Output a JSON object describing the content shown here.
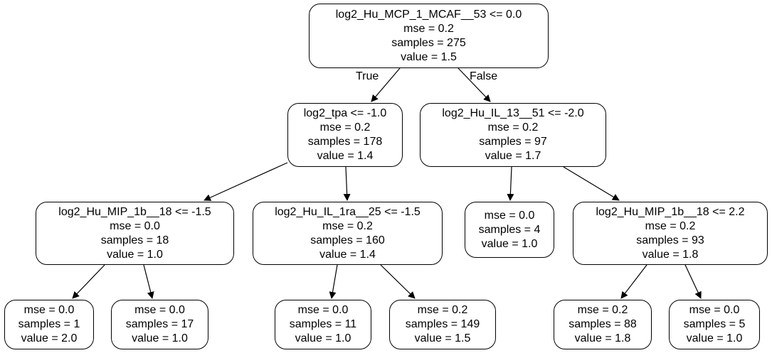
{
  "nodes": [
    {
      "id": "n0",
      "lines": [
        "log2_Hu_MCP_1_MCAF__53 <= 0.0",
        "mse = 0.2",
        "samples = 275",
        "value = 1.5"
      ]
    },
    {
      "id": "n1",
      "lines": [
        "log2_tpa <= -1.0",
        "mse = 0.2",
        "samples = 178",
        "value = 1.4"
      ]
    },
    {
      "id": "n2",
      "lines": [
        "log2_Hu_IL_13__51 <= -2.0",
        "mse = 0.2",
        "samples = 97",
        "value = 1.7"
      ]
    },
    {
      "id": "n3",
      "lines": [
        "log2_Hu_MIP_1b__18 <= -1.5",
        "mse = 0.0",
        "samples = 18",
        "value = 1.0"
      ]
    },
    {
      "id": "n4",
      "lines": [
        "log2_Hu_IL_1ra__25 <= -1.5",
        "mse = 0.2",
        "samples = 160",
        "value = 1.4"
      ]
    },
    {
      "id": "n5",
      "lines": [
        "mse = 0.0",
        "samples = 4",
        "value = 1.0"
      ]
    },
    {
      "id": "n6",
      "lines": [
        "log2_Hu_MIP_1b__18 <= 2.2",
        "mse = 0.2",
        "samples = 93",
        "value = 1.8"
      ]
    },
    {
      "id": "n7",
      "lines": [
        "mse = 0.0",
        "samples = 1",
        "value = 2.0"
      ]
    },
    {
      "id": "n8",
      "lines": [
        "mse = 0.0",
        "samples = 17",
        "value = 1.0"
      ]
    },
    {
      "id": "n9",
      "lines": [
        "mse = 0.0",
        "samples = 11",
        "value = 1.0"
      ]
    },
    {
      "id": "n10",
      "lines": [
        "mse = 0.2",
        "samples = 149",
        "value = 1.5"
      ]
    },
    {
      "id": "n11",
      "lines": [
        "mse = 0.2",
        "samples = 88",
        "value = 1.8"
      ]
    },
    {
      "id": "n12",
      "lines": [
        "mse = 0.0",
        "samples = 5",
        "value = 1.0"
      ]
    }
  ],
  "edges": [
    {
      "from": "n0",
      "to": "n1",
      "label": "True"
    },
    {
      "from": "n0",
      "to": "n2",
      "label": "False"
    },
    {
      "from": "n1",
      "to": "n3"
    },
    {
      "from": "n1",
      "to": "n4"
    },
    {
      "from": "n2",
      "to": "n5"
    },
    {
      "from": "n2",
      "to": "n6"
    },
    {
      "from": "n3",
      "to": "n7"
    },
    {
      "from": "n3",
      "to": "n8"
    },
    {
      "from": "n4",
      "to": "n9"
    },
    {
      "from": "n4",
      "to": "n10"
    },
    {
      "from": "n6",
      "to": "n11"
    },
    {
      "from": "n6",
      "to": "n12"
    }
  ]
}
